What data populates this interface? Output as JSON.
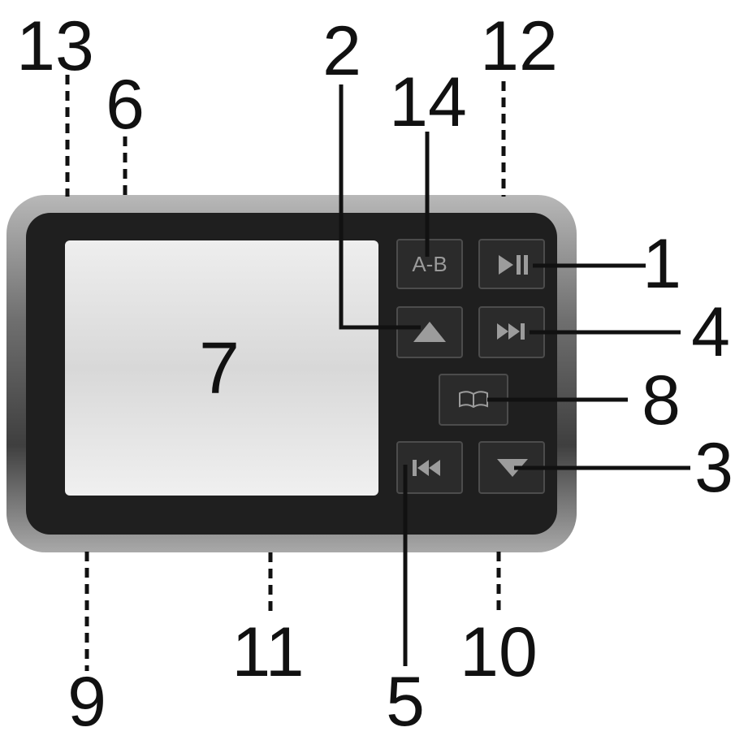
{
  "device": {
    "screen_label": "7",
    "buttons": [
      {
        "name": "ab-button",
        "label": "A-B",
        "icon": "text-label",
        "callout": "14"
      },
      {
        "name": "play-pause-button",
        "label": "",
        "icon": "play-pause-icon",
        "callout": "1"
      },
      {
        "name": "up-button",
        "label": "",
        "icon": "triangle-up-icon",
        "callout": "2"
      },
      {
        "name": "next-button",
        "label": "",
        "icon": "skip-next-icon",
        "callout": "4"
      },
      {
        "name": "book-button",
        "label": "",
        "icon": "book-icon",
        "callout": "8"
      },
      {
        "name": "prev-button",
        "label": "",
        "icon": "skip-prev-icon",
        "callout": "5"
      },
      {
        "name": "down-button",
        "label": "",
        "icon": "triangle-down-icon",
        "callout": "3"
      }
    ]
  },
  "callouts": {
    "c1": "1",
    "c2": "2",
    "c3": "3",
    "c4": "4",
    "c5": "5",
    "c6": "6",
    "c8": "8",
    "c9": "9",
    "c10": "10",
    "c11": "11",
    "c12": "12",
    "c13": "13",
    "c14": "14"
  },
  "colors": {
    "body": "#1f1f1f",
    "bezel": "#9a9a9a",
    "screen": "#d6d6d6",
    "icon": "#9c9c9c",
    "line": "#111111"
  }
}
